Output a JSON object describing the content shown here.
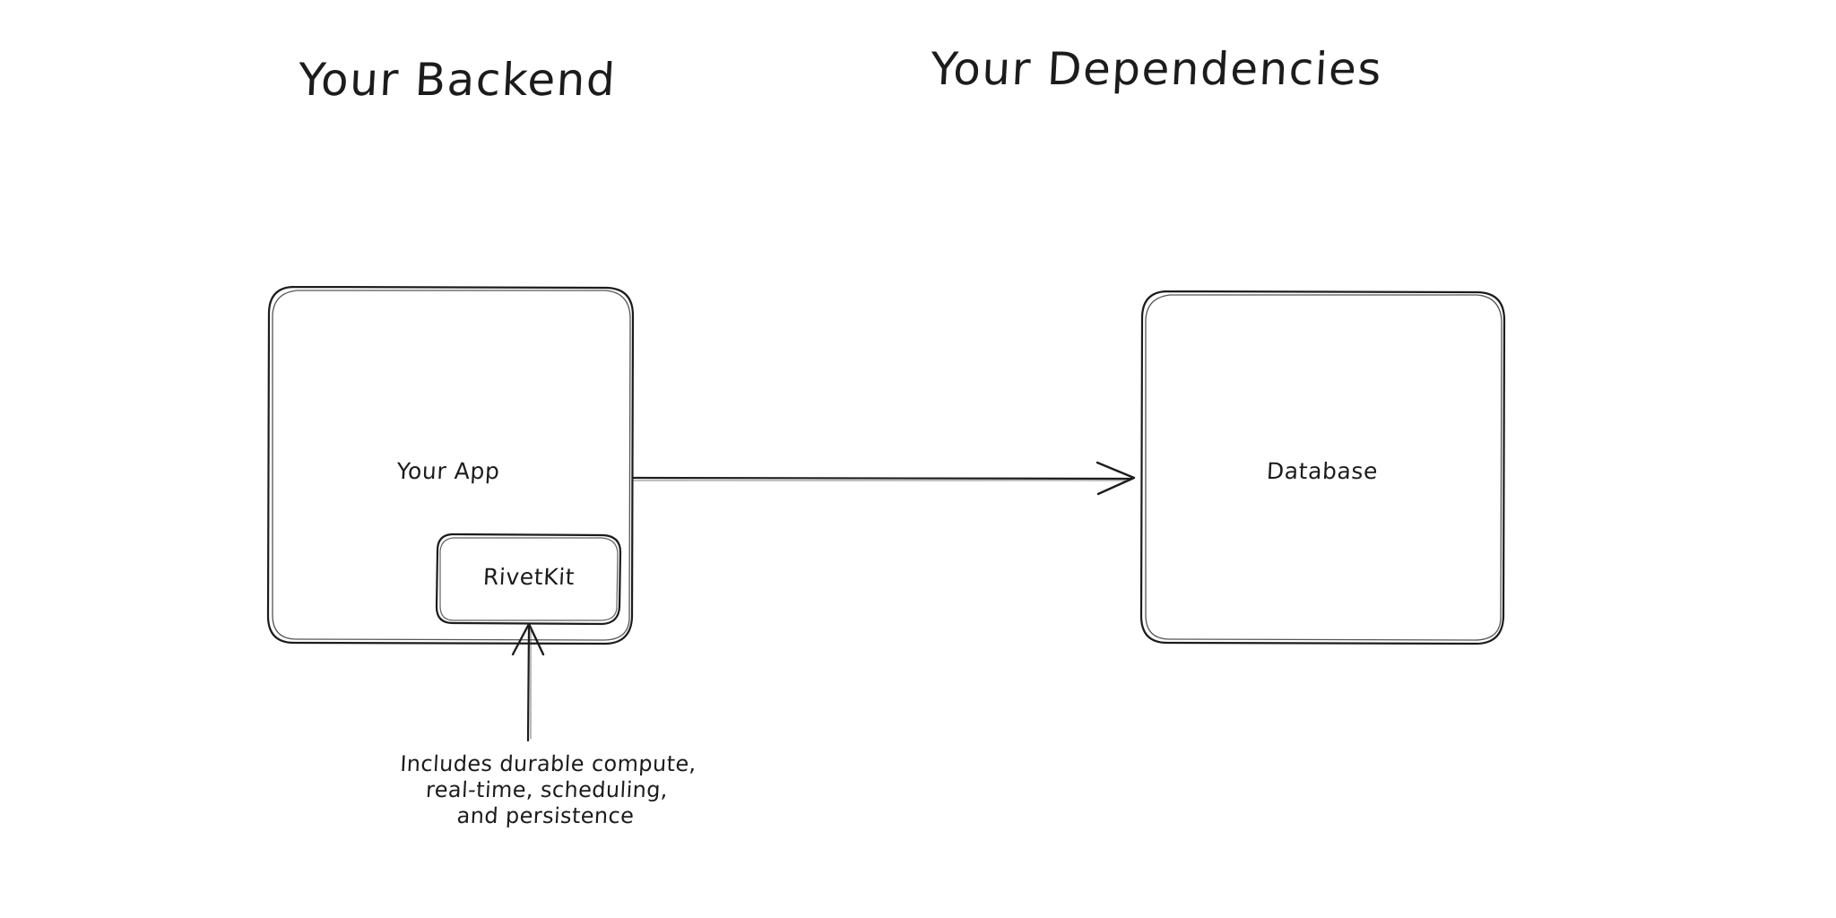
{
  "diagram": {
    "title": "Your Backend / Your Dependencies architecture",
    "background_color": "#ffffff",
    "stroke_color": "#1c1c1c",
    "text_color": "#1c1c1c",
    "style": "hand-drawn sketch"
  },
  "groups": [
    {
      "id": "backend",
      "title": "Your Backend"
    },
    {
      "id": "dependencies",
      "title": "Your Dependencies"
    }
  ],
  "nodes": [
    {
      "id": "your-app",
      "label": "Your App"
    },
    {
      "id": "rivetkit",
      "label": "RivetKit"
    },
    {
      "id": "database",
      "label": "Database"
    }
  ],
  "annotations": [
    {
      "id": "rivetkit-note",
      "target": "rivetkit",
      "lines": [
        "Includes durable compute,",
        "real-time, scheduling,",
        "and persistence"
      ],
      "text": "Includes durable compute,\nreal-time, scheduling,\nand persistence"
    }
  ],
  "edges": [
    {
      "id": "app-to-database",
      "from": "your-app",
      "to": "database",
      "direction": "right",
      "arrowhead": "open"
    },
    {
      "id": "note-to-rivetkit",
      "from": "rivetkit-note",
      "to": "rivetkit",
      "direction": "up",
      "arrowhead": "open"
    }
  ]
}
